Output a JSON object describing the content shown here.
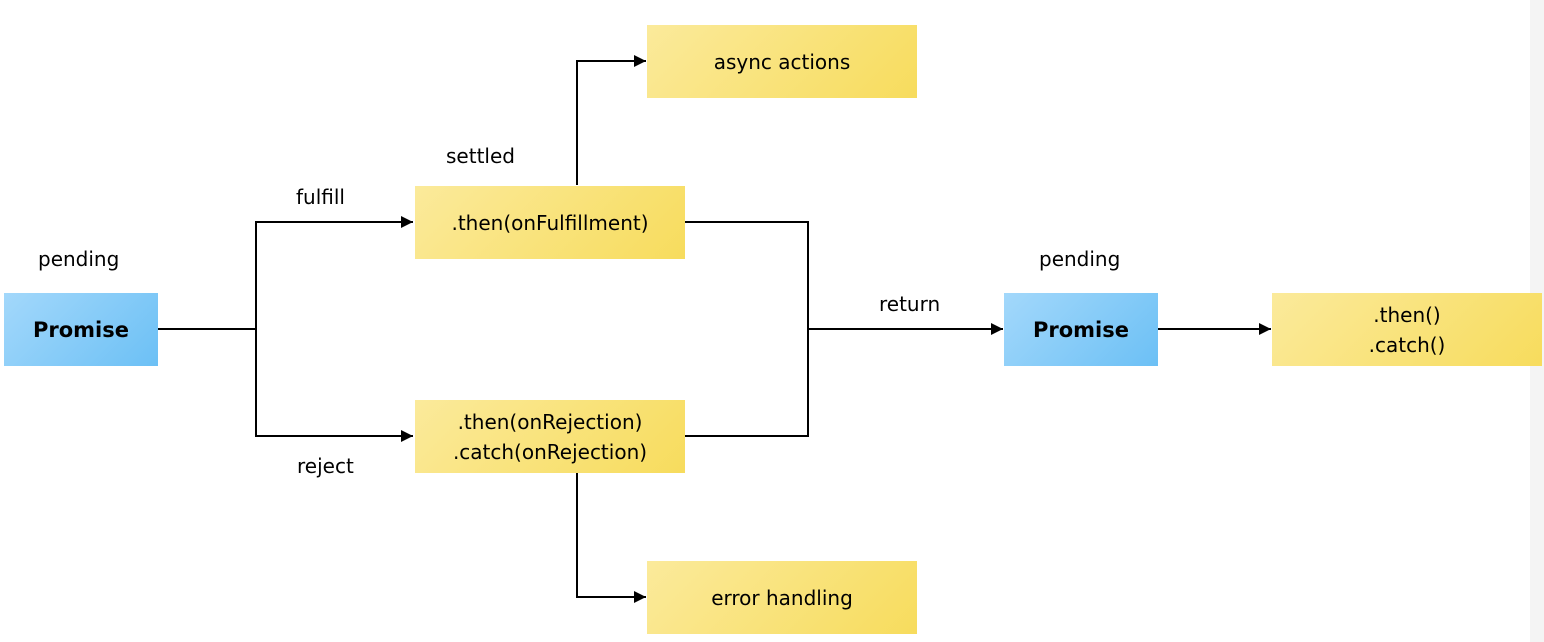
{
  "colors": {
    "promise_fill_top": "#a3d8fb",
    "promise_fill_bottom": "#6cc0f5",
    "handler_fill_top": "#fbea9b",
    "handler_fill_bottom": "#f7dc5d",
    "edge": "#000000",
    "background": "#ffffff"
  },
  "nodes": {
    "promise_1": {
      "label": "Promise",
      "state": "pending"
    },
    "then_fulfillment": {
      "label": ".then(onFulfillment)",
      "state": "settled"
    },
    "rejection_handlers": {
      "lines": [
        ".then(onRejection)",
        ".catch(onRejection)"
      ]
    },
    "async_actions": {
      "label": "async actions"
    },
    "error_handling": {
      "label": "error handling"
    },
    "promise_2": {
      "label": "Promise",
      "state": "pending"
    },
    "chain_methods": {
      "lines": [
        ".then()",
        ".catch()"
      ]
    }
  },
  "edges": {
    "fulfill": "fulfill",
    "reject": "reject",
    "return": "return"
  }
}
